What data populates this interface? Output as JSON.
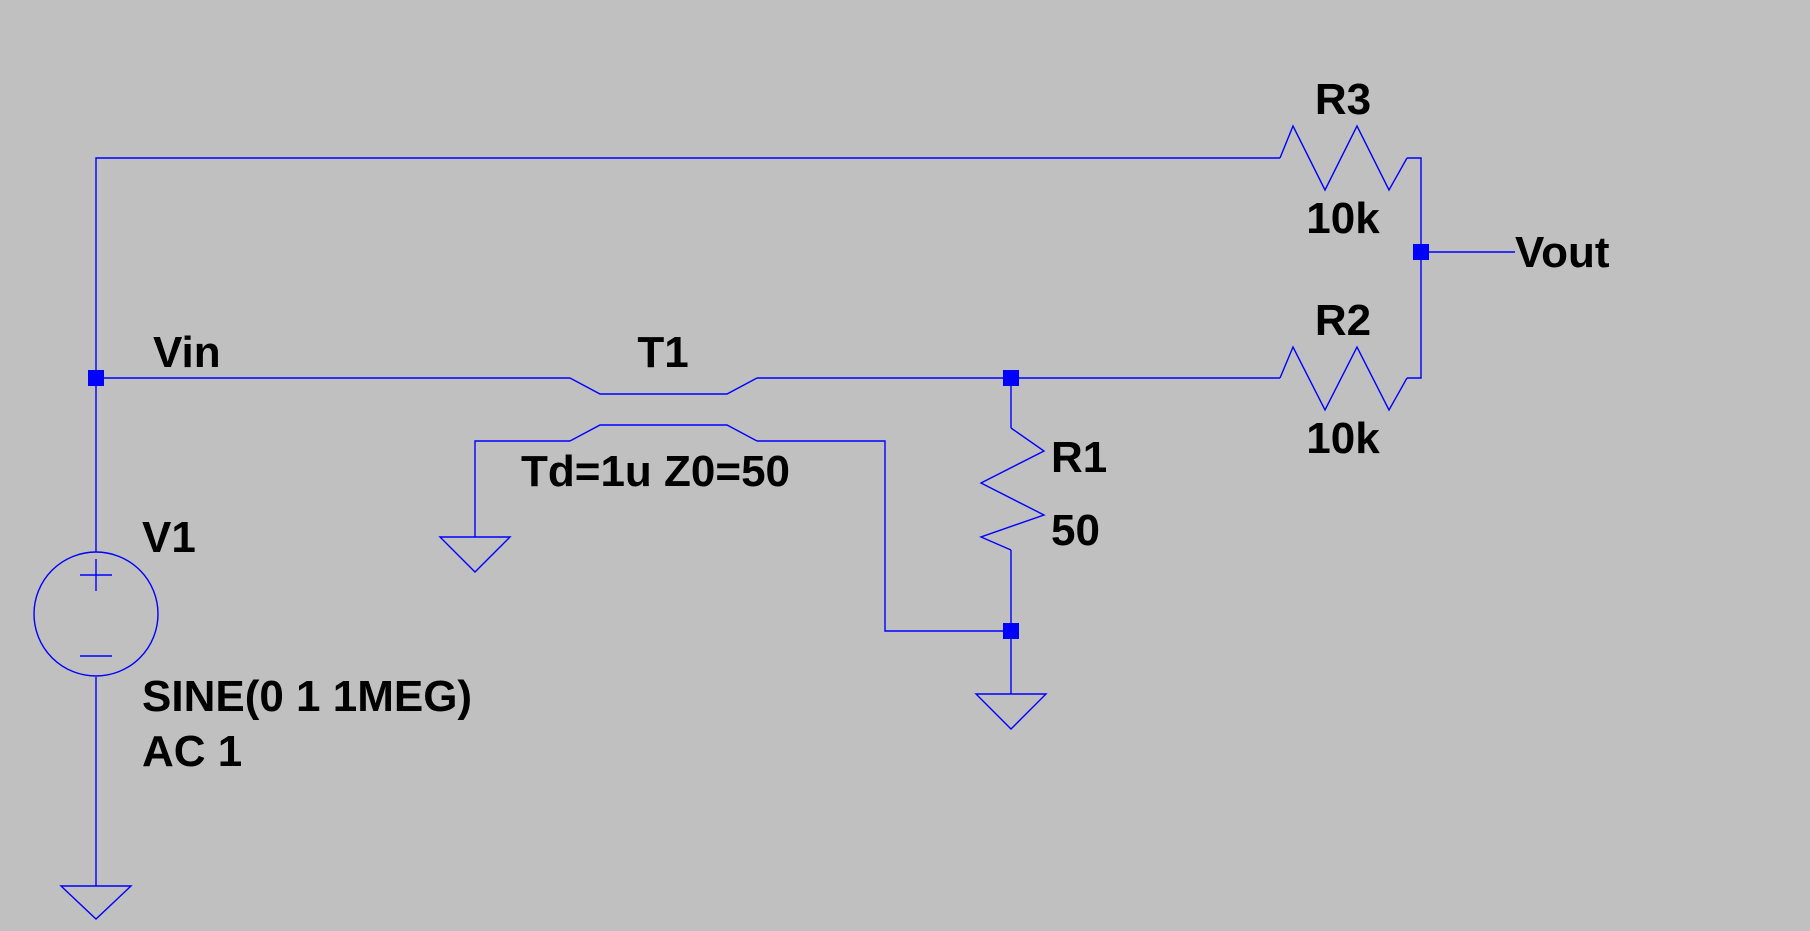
{
  "colors": {
    "background": "#c0c0c0",
    "wire": "#0000ff",
    "text": "#000000"
  },
  "components": {
    "V1": {
      "name": "V1",
      "value_line1": "SINE(0 1 1MEG)",
      "value_line2": "AC 1"
    },
    "T1": {
      "name": "T1",
      "value": "Td=1u Z0=50"
    },
    "R1": {
      "name": "R1",
      "value": "50"
    },
    "R2": {
      "name": "R2",
      "value": "10k"
    },
    "R3": {
      "name": "R3",
      "value": "10k"
    }
  },
  "nets": {
    "vin": "Vin",
    "vout": "Vout"
  }
}
